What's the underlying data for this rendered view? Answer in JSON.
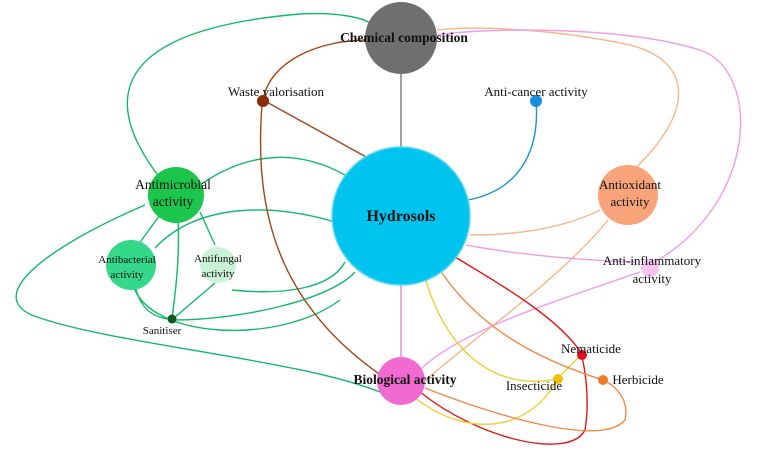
{
  "title": "",
  "nodes": {
    "hydrosols": {
      "label": "Hydrosols",
      "color": "#00c4ee",
      "stroke": "#5fd6f2"
    },
    "chemical": {
      "label": "Chemical composition",
      "color": "#6f6f6f"
    },
    "biological": {
      "label": "Biological activity",
      "color": "#f06ad0"
    },
    "antimicrobial": {
      "label_line1": "Antimicrobial",
      "label_line2": "activity",
      "color": "#1cc64c"
    },
    "antibacterial": {
      "label_line1": "Antibacterial",
      "label_line2": "activity",
      "color": "#33d88a"
    },
    "antifungal": {
      "label_line1": "Antifungal",
      "label_line2": "activity",
      "color": "#c9f2d6"
    },
    "sanitiser": {
      "label": "Sanitiser",
      "color": "#0d5a1c"
    },
    "waste": {
      "label": "Waste valorisation",
      "color": "#8b2c06"
    },
    "anticancer": {
      "label": "Anti-cancer activity",
      "color": "#1a8fe0"
    },
    "antioxidant": {
      "label_line1": "Antioxidant",
      "label_line2": "activity",
      "color": "#f9a37a"
    },
    "antiinflammatory": {
      "label_line1": "Anti-inflammatory",
      "label_line2": "activity",
      "color": "#f7c4ee"
    },
    "nematicide": {
      "label": "Nematicide",
      "color": "#e0101e"
    },
    "insecticide": {
      "label": "Insecticide",
      "color": "#f2c10f"
    },
    "herbicide": {
      "label": "Herbicide",
      "color": "#f07a2a"
    }
  },
  "edge_colors": {
    "antimicrobial": "#12b86a",
    "chemical": "#7a7a7a",
    "waste": "#a0461c",
    "anticancer": "#1a8fd6",
    "antioxidant": "#f6b58e",
    "antiinflammatory": "#ee9ee6",
    "biological": "#e088d4",
    "nematicide": "#e01818",
    "insecticide": "#ecd135",
    "herbicide": "#f2884a"
  }
}
